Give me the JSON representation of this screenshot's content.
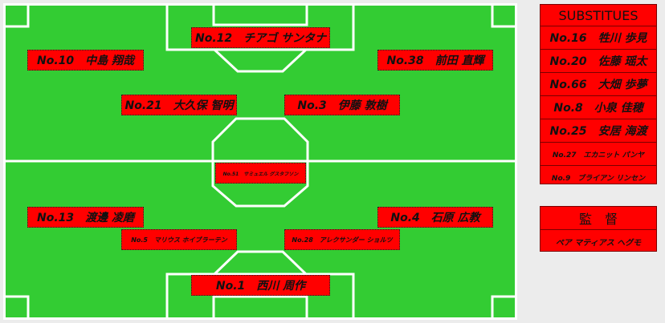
{
  "pitch": {
    "players": [
      {
        "id": "p12",
        "label": "No.12　チアゴ サンタナ",
        "size": "lg"
      },
      {
        "id": "p10",
        "label": "No.10　中島 翔哉",
        "size": "lg"
      },
      {
        "id": "p38",
        "label": "No.38　前田 直輝",
        "size": "lg"
      },
      {
        "id": "p21",
        "label": "No.21　大久保 智明",
        "size": "lg"
      },
      {
        "id": "p3",
        "label": "No.3　伊藤 敦樹",
        "size": "lg"
      },
      {
        "id": "p51",
        "label": "No.51　サミュエル グスタフソン",
        "size": "xs"
      },
      {
        "id": "p13",
        "label": "No.13　渡邊 凌磨",
        "size": "lg"
      },
      {
        "id": "p4",
        "label": "No.4　石原 広教",
        "size": "lg"
      },
      {
        "id": "p5",
        "label": "No.5　マリウス ホイブラーテン",
        "size": "sm"
      },
      {
        "id": "p28",
        "label": "No.28　アレクサンダー ショルツ",
        "size": "sm"
      },
      {
        "id": "p1",
        "label": "No.1　西川 周作",
        "size": "lg"
      }
    ]
  },
  "substitutes": {
    "title": "SUBSTITUES",
    "items": [
      {
        "label": "No.16　牲川 歩見",
        "size": "lg"
      },
      {
        "label": "No.20　佐藤 瑶太",
        "size": "lg"
      },
      {
        "label": "No.66　大畑 歩夢",
        "size": "lg"
      },
      {
        "label": "No.8　小泉 佳穂",
        "size": "lg"
      },
      {
        "label": "No.25　安居 海渡",
        "size": "lg"
      },
      {
        "label": "No.27　エカニット パンヤ",
        "size": "sm"
      },
      {
        "label": "No.9　ブライアン リンセン",
        "size": "sm"
      }
    ]
  },
  "manager": {
    "title": "監　督",
    "name": "ペア マティアス ヘグモ"
  },
  "colors": {
    "pitch": "#33cc33",
    "lines": "#ffffff",
    "card": "#ff0000",
    "background": "#ececec"
  }
}
